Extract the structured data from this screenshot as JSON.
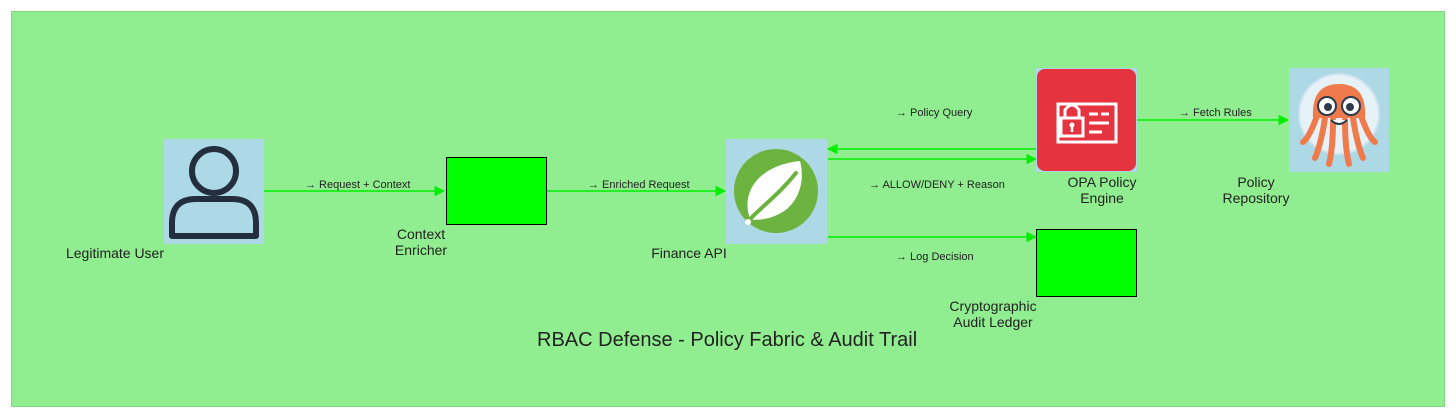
{
  "diagram": {
    "title": "RBAC Defense - Policy Fabric & Audit Trail",
    "colors": {
      "background": "#90ee90",
      "edge": "#00ee00",
      "node_light": "#add8e6",
      "node_green": "#00ff00",
      "opa_red": "#e53340",
      "user_stroke": "#232f3e"
    },
    "nodes": {
      "user": {
        "label": "Legitimate User",
        "icon": "user-icon"
      },
      "enricher": {
        "label_line1": "Context",
        "label_line2": "Enricher"
      },
      "finance": {
        "label": "Finance API",
        "icon": "spring-leaf-icon"
      },
      "opa": {
        "label_line1": "OPA Policy",
        "label_line2": "Engine",
        "icon": "policy-id-card-icon"
      },
      "repo": {
        "label_line1": "Policy",
        "label_line2": "Repository",
        "icon": "argo-octopus-icon"
      },
      "ledger": {
        "label_line1": "Cryptographic",
        "label_line2": "Audit Ledger"
      }
    },
    "edges": {
      "request_context": "→ Request + Context",
      "enriched_request": "→ Enriched Request",
      "policy_query": "→ Policy Query",
      "allow_deny": "→ ALLOW/DENY + Reason",
      "fetch_rules": "→ Fetch Rules",
      "log_decision": "→ Log Decision"
    }
  }
}
